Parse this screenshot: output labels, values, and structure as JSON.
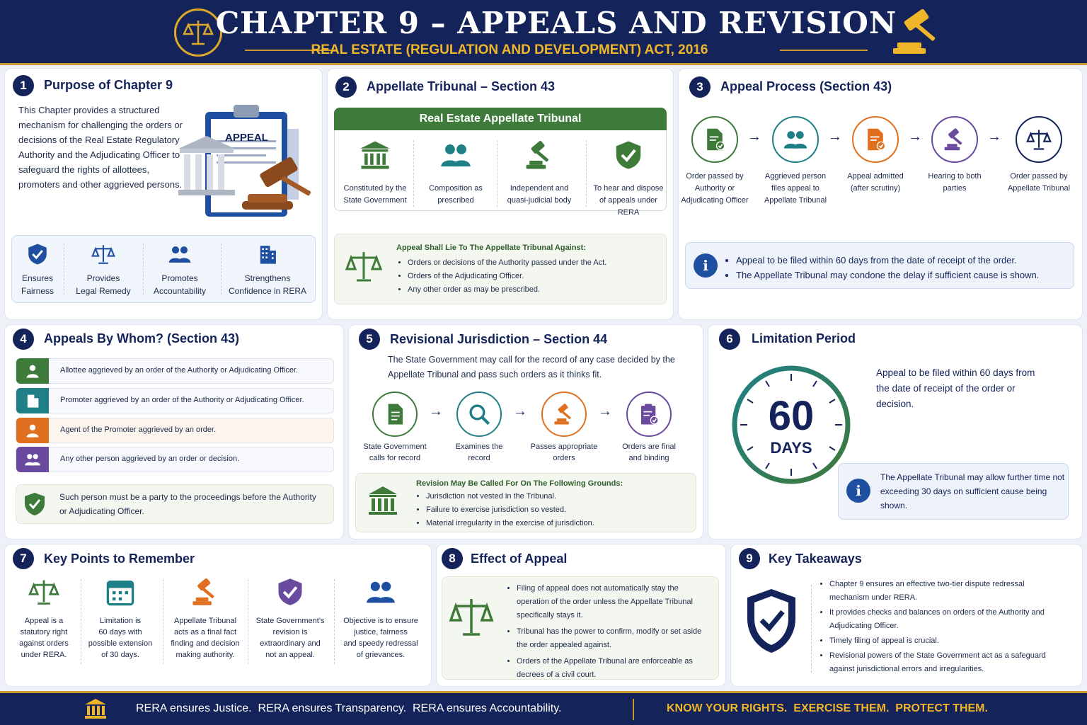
{
  "header": {
    "title": "CHAPTER 9 – APPEALS AND REVISION",
    "subtitle": "REAL ESTATE (REGULATION AND DEVELOPMENT) ACT, 2016",
    "left_icon": "scales-icon",
    "right_icon": "gavel-icon"
  },
  "s1": {
    "num": "1",
    "title": "Purpose of Chapter 9",
    "body": "This Chapter provides a structured mechanism for challenging the orders or decisions of the Real Estate Regulatory Authority and the Adjudicating Officer to safeguard the rights of allottees, promoters and other aggrieved persons.",
    "clip_label": "APPEAL",
    "features": [
      {
        "line1": "Ensures",
        "line2": "Fairness",
        "icon": "shield-check-icon"
      },
      {
        "line1": "Provides",
        "line2": "Legal Remedy",
        "icon": "scales-icon"
      },
      {
        "line1": "Promotes",
        "line2": "Accountability",
        "icon": "people-icon"
      },
      {
        "line1": "Strengthens",
        "line2": "Confidence in RERA",
        "icon": "building-icon"
      }
    ]
  },
  "s2": {
    "num": "2",
    "title": "Appellate Tribunal – Section 43",
    "banner": "Real Estate Appellate Tribunal",
    "items": [
      {
        "line1": "Constituted by the",
        "line2": "State Government",
        "icon": "courthouse-icon"
      },
      {
        "line1": "Composition as",
        "line2": "prescribed",
        "icon": "people-icon"
      },
      {
        "line1": "Independent and",
        "line2": "quasi-judicial body",
        "icon": "gavel-icon"
      },
      {
        "line1": "To hear and dispose",
        "line2": "of appeals under RERA",
        "icon": "shield-check-icon"
      }
    ],
    "appeal_head": "Appeal Shall Lie To The Appellate Tribunal Against:",
    "appeal_points": [
      "Orders or decisions of the Authority passed under the Act.",
      "Orders of the Adjudicating Officer.",
      "Any other order as may be prescribed."
    ]
  },
  "s3": {
    "num": "3",
    "title": "Appeal Process (Section 43)",
    "steps": [
      {
        "lines": [
          "Order passed by",
          "Authority or",
          "Adjudicating Officer"
        ],
        "icon": "document-check-icon",
        "color": "#3e7a3a"
      },
      {
        "lines": [
          "Aggrieved person",
          "files appeal to",
          "Appellate Tribunal"
        ],
        "icon": "people-icon",
        "color": "#1f7f86"
      },
      {
        "lines": [
          "Appeal admitted",
          "(after scrutiny)"
        ],
        "icon": "document-check-icon",
        "color": "#e0701f"
      },
      {
        "lines": [
          "Hearing to both",
          "parties"
        ],
        "icon": "gavel-icon",
        "color": "#6a4a9e"
      },
      {
        "lines": [
          "Order passed by",
          "Appellate Tribunal"
        ],
        "icon": "scales-icon",
        "color": "#14245a"
      }
    ],
    "notes": [
      "Appeal to be filed within 60 days from the date of receipt  of the order.",
      "The Appellate Tribunal may condone the delay if sufficient cause is shown."
    ]
  },
  "s4": {
    "num": "4",
    "title": "Appeals By Whom? (Section 43)",
    "rows": [
      {
        "text": "Allottee aggrieved by an order of the Authority or Adjudicating Officer.",
        "color": "#3e7a3a",
        "icon": "person-icon"
      },
      {
        "text": "Promoter aggrieved by an order of the Authority or Adjudicating Officer.",
        "color": "#1f7f86",
        "icon": "building-icon"
      },
      {
        "text": "Agent of the Promoter aggrieved by an order.",
        "color": "#e0701f",
        "icon": "person-icon"
      },
      {
        "text": "Any other person aggrieved by an order or decision.",
        "color": "#6a4a9e",
        "icon": "people-icon"
      }
    ],
    "note": "Such person must be a party to the proceedings before the Authority or Adjudicating Officer."
  },
  "s5": {
    "num": "5",
    "title": "Revisional Jurisdiction – Section 44",
    "body": "The State Government may call for the record of any case decided by the Appellate Tribunal and pass such orders as it thinks fit.",
    "steps": [
      {
        "lines": [
          "State Government",
          "calls for record"
        ],
        "icon": "document-icon",
        "color": "#3e7a3a"
      },
      {
        "lines": [
          "Examines the",
          "record"
        ],
        "icon": "search-icon",
        "color": "#1f7f86"
      },
      {
        "lines": [
          "Passes appropriate",
          "orders"
        ],
        "icon": "gavel-icon",
        "color": "#e0701f"
      },
      {
        "lines": [
          "Orders are final",
          "and binding"
        ],
        "icon": "clipboard-check-icon",
        "color": "#6a4a9e"
      }
    ],
    "grounds_head": "Revision May Be Called For On The Following Grounds:",
    "grounds": [
      "Jurisdiction not vested in the Tribunal.",
      "Failure to exercise jurisdiction so vested.",
      "Material irregularity in the exercise of jurisdiction."
    ]
  },
  "s6": {
    "num": "6",
    "title": "Limitation Period",
    "big": "60",
    "unit": "DAYS",
    "body": "Appeal to be filed within 60 days from the date of receipt of the order or decision.",
    "note": "The Appellate Tribunal may allow further time not exceeding 30 days on sufficient cause being shown."
  },
  "s7": {
    "num": "7",
    "title": "Key Points to Remember",
    "items": [
      {
        "lines": [
          "Appeal is a",
          "statutory right",
          "against orders",
          "under RERA."
        ],
        "icon": "scales-icon",
        "color": "#3e7a3a"
      },
      {
        "lines": [
          "Limitation is",
          "60 days with",
          "possible extension",
          "of 30 days."
        ],
        "icon": "calendar-icon",
        "color": "#1f7f86"
      },
      {
        "lines": [
          "Appellate Tribunal",
          "acts as a final fact",
          "finding and decision",
          "making authority."
        ],
        "icon": "gavel-icon",
        "color": "#e0701f"
      },
      {
        "lines": [
          "State Government's",
          "revision is",
          "extraordinary and",
          "not an appeal."
        ],
        "icon": "shield-check-icon",
        "color": "#6a4a9e"
      },
      {
        "lines": [
          "Objective is to ensure",
          "justice, fairness",
          "and speedy redressal",
          "of grievances."
        ],
        "icon": "people-icon",
        "color": "#1f4fa0"
      }
    ]
  },
  "s8": {
    "num": "8",
    "title": "Effect of Appeal",
    "points": [
      "Filing of appeal does not automatically stay the operation of the order unless the Appellate Tribunal specifically stays it.",
      "Tribunal has the power to confirm, modify or set aside the order appealed against.",
      "Orders of the Appellate Tribunal are enforceable as decrees of a civil court."
    ]
  },
  "s9": {
    "num": "9",
    "title": "Key Takeaways",
    "points": [
      "Chapter 9 ensures an effective two-tier dispute redressal mechanism under RERA.",
      "It provides checks and balances on orders of the Authority and Adjudicating Officer.",
      "Timely filing of appeal is crucial.",
      "Revisional powers of the State Government act as a safeguard against jurisdictional errors and irregularities."
    ]
  },
  "footer": {
    "left": "RERA ensures Justice.  RERA ensures Transparency.  RERA ensures Accountability.",
    "right": "KNOW YOUR RIGHTS.  EXERCISE THEM.  PROTECT THEM.",
    "icon": "courthouse-icon"
  }
}
